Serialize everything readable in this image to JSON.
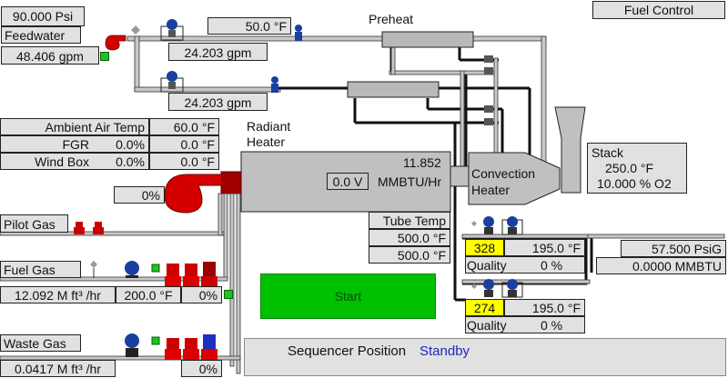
{
  "header": {
    "fuel_control_label": "Fuel Control",
    "preheat_label": "Preheat"
  },
  "feedwater": {
    "pressure": "90.000  Psi",
    "label": "Feedwater",
    "flow": "48.406  gpm",
    "temp": "50.0  °F",
    "branch_flow_1": "24.203  gpm",
    "branch_flow_2": "24.203  gpm"
  },
  "ambient": {
    "rows": [
      {
        "name": "Ambient Air Temp",
        "pct": "",
        "value": "60.0  °F"
      },
      {
        "name": "FGR",
        "pct": "0.0%",
        "value": "0.0  °F"
      },
      {
        "name": "Wind Box",
        "pct": "0.0%",
        "value": "0.0  °F"
      }
    ]
  },
  "blower": {
    "output": "0%"
  },
  "radiant": {
    "label_line1": "Radiant",
    "label_line2": "Heater",
    "duty_value": "11.852",
    "duty_unit": "MMBTU/Hr",
    "voltage": "0.0 V",
    "tube_temp_label": "Tube Temp",
    "tube_temp_1": "500.0  °F",
    "tube_temp_2": "500.0  °F"
  },
  "convection": {
    "label_line1": "Convection",
    "label_line2": "Heater"
  },
  "stack": {
    "label": "Stack",
    "temp": "250.0  °F",
    "o2": "10.000  % O2"
  },
  "outlets": [
    {
      "value": "328",
      "temp": "195.0  °F",
      "quality_label": "Quality",
      "quality": "0 %"
    },
    {
      "value": "274",
      "temp": "195.0  °F",
      "quality_label": "Quality",
      "quality": "0 %"
    }
  ],
  "steam": {
    "pressure": "57.500  PsiG",
    "energy": "0.0000  MMBTU"
  },
  "pilot_gas": {
    "label": "Pilot Gas"
  },
  "fuel_gas": {
    "label": "Fuel Gas",
    "flow": "12.092  M ft³ /hr",
    "temp": "200.0  °F",
    "valve_pct": "0%"
  },
  "waste_gas": {
    "label": "Waste Gas",
    "flow": "0.0417  M ft³ /hr",
    "valve_pct": "0%"
  },
  "controls": {
    "start_label": "Start",
    "sequencer_label": "Sequencer Position",
    "sequencer_state": "Standby"
  },
  "colors": {
    "pump": "#d40000",
    "valve_red": "#cc0000",
    "transmitter_blue": "#1a3fa0",
    "start_green": "#00c000",
    "highlight_yellow": "#ffff00",
    "status_blue": "#2222cc"
  }
}
